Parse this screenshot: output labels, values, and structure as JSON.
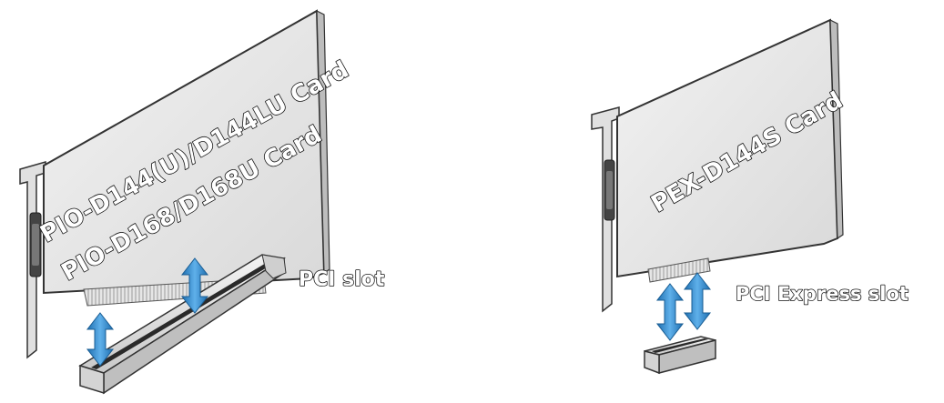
{
  "left_figure": {
    "card_label_line1": "PIO-D144(U)/D144LU Card",
    "card_label_line2": "PIO-D168/D168U Card",
    "slot_label": "PCI slot"
  },
  "right_figure": {
    "card_label": "PEX-D144S Card",
    "slot_label": "PCI Express slot"
  },
  "colors": {
    "arrow": "#2e86c8",
    "card_fill": "#e8e8e8",
    "outline": "#333333"
  }
}
